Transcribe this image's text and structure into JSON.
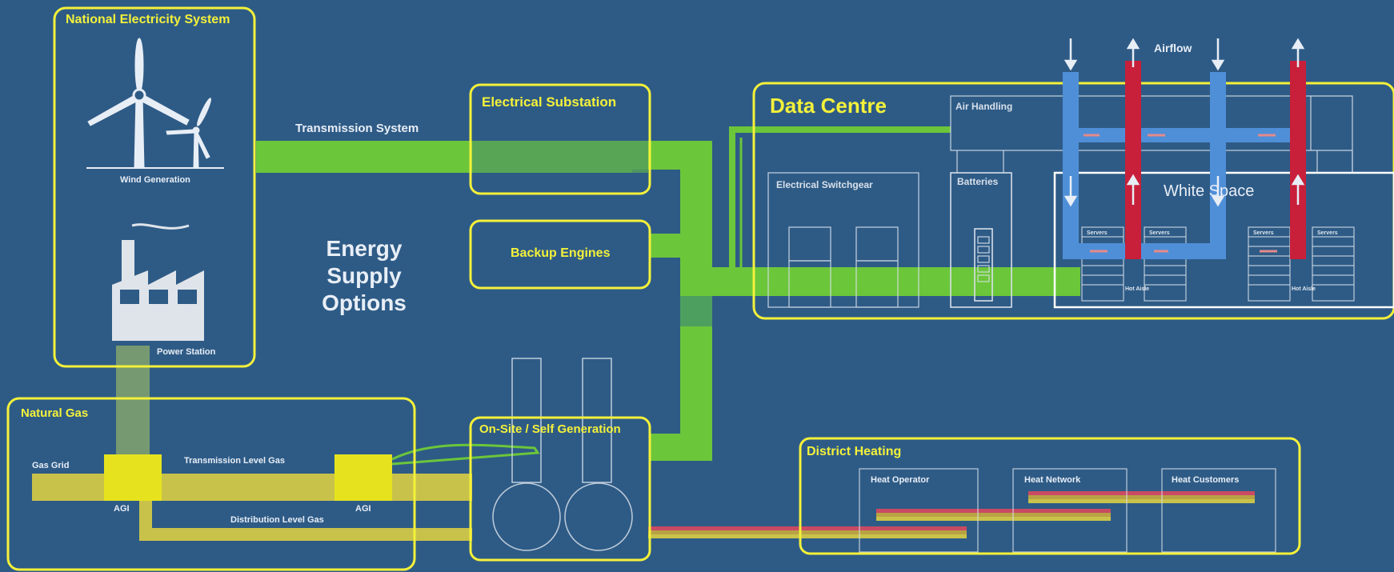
{
  "labels": {
    "national_electricity_system": "National Electricity System",
    "wind_generation": "Wind Generation",
    "power_station": "Power Station",
    "transmission_system": "Transmission System",
    "energy_supply_options": "Energy Supply Options",
    "electrical_substation": "Electrical Substation",
    "backup_engines": "Backup Engines",
    "data_centre": "Data Centre",
    "air_handling": "Air Handling",
    "electrical_switchgear": "Electrical Switchgear",
    "batteries": "Batteries",
    "white_space": "White Space",
    "airflow": "Airflow",
    "servers": "Servers",
    "heat_aisle": "Hot Aisle",
    "natural_gas": "Natural Gas",
    "gas_grid": "Gas Grid",
    "transmission_level_gas": "Transmission Level Gas",
    "distribution_level_gas": "Distribution Level Gas",
    "agi": "AGI",
    "on_site_self_generation": "On-Site / Self Generation",
    "district_heating": "District Heating",
    "heat_operator": "Heat Operator",
    "heat_network": "Heat Network",
    "heat_customers": "Heat Customers"
  },
  "colors": {
    "background": "#2e5b86",
    "box_outline": "#f4f13a",
    "electricity": "#6cc63a",
    "gas": "#c8c24a",
    "cold_air": "#4f8fd8",
    "hot_air": "#c8203a"
  }
}
